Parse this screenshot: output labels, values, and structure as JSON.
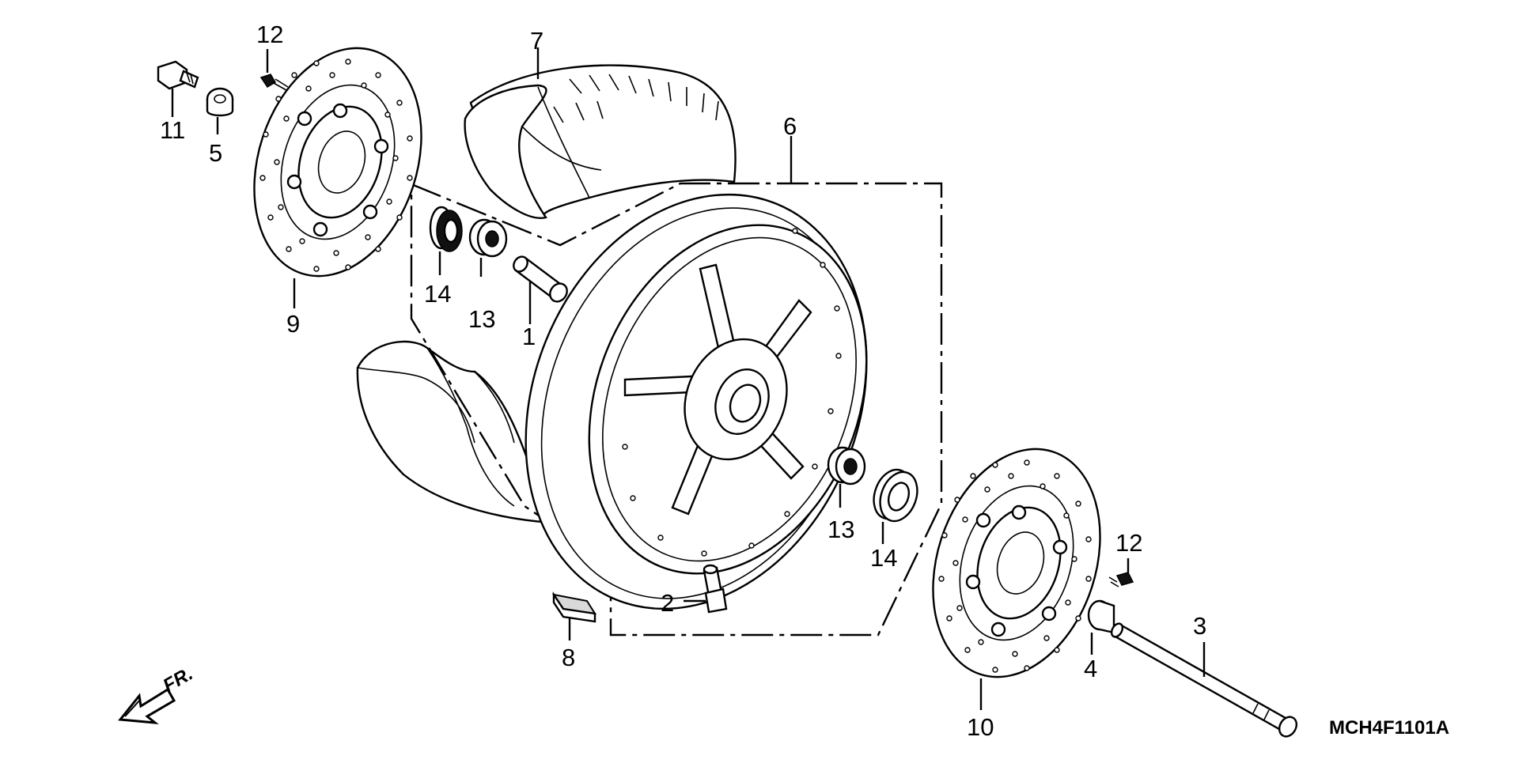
{
  "diagram": {
    "drawing_code": "MCH4F1101A",
    "direction_marker": "FR.",
    "callouts": [
      {
        "id": "c1",
        "text": "1"
      },
      {
        "id": "c2",
        "text": "2"
      },
      {
        "id": "c3",
        "text": "3"
      },
      {
        "id": "c4",
        "text": "4"
      },
      {
        "id": "c5",
        "text": "5"
      },
      {
        "id": "c6",
        "text": "6"
      },
      {
        "id": "c7",
        "text": "7"
      },
      {
        "id": "c8",
        "text": "8"
      },
      {
        "id": "c9",
        "text": "9"
      },
      {
        "id": "c10",
        "text": "10"
      },
      {
        "id": "c11",
        "text": "11"
      },
      {
        "id": "c12a",
        "text": "12"
      },
      {
        "id": "c12b",
        "text": "12"
      },
      {
        "id": "c13a",
        "text": "13"
      },
      {
        "id": "c13b",
        "text": "13"
      },
      {
        "id": "c14a",
        "text": "14"
      },
      {
        "id": "c14b",
        "text": "14"
      }
    ]
  }
}
